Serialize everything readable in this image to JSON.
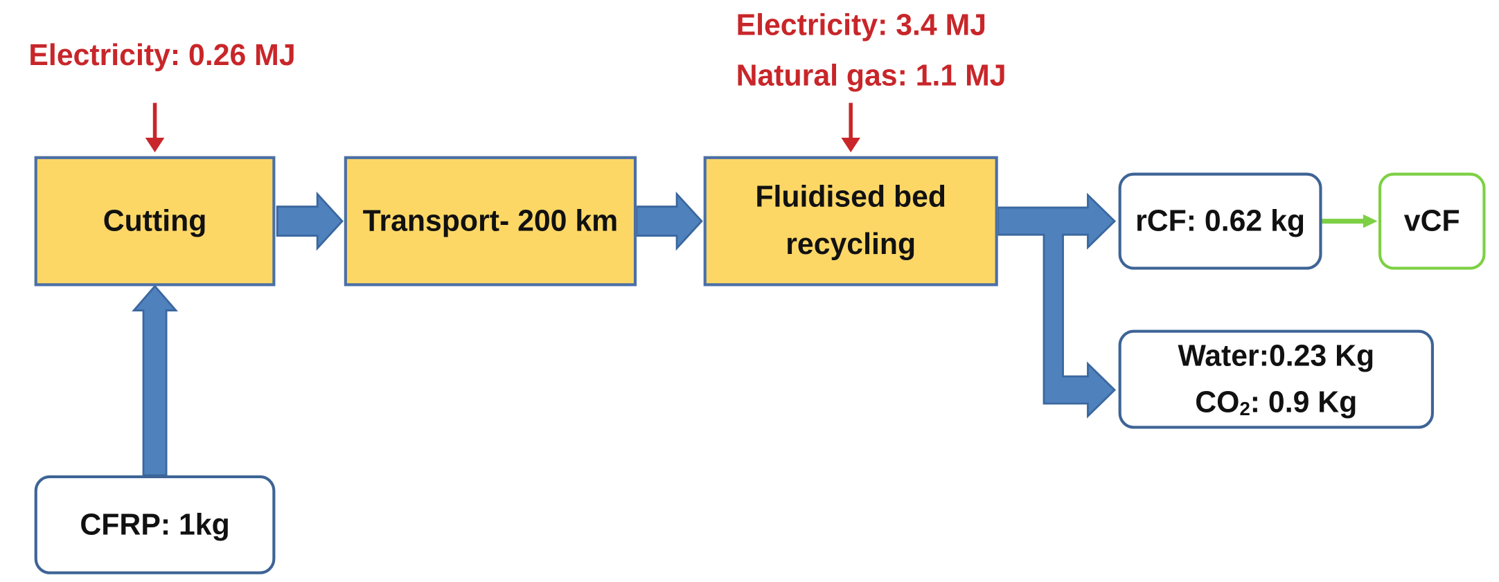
{
  "energy_inputs": {
    "cutting_electricity": "Electricity: 0.26 MJ",
    "recycling_electricity": "Electricity: 3.4 MJ",
    "recycling_natural_gas": "Natural gas: 1.1 MJ"
  },
  "processes": {
    "cutting": "Cutting",
    "transport": "Transport- 200 km",
    "recycling_line1": "Fluidised bed",
    "recycling_line2": "recycling"
  },
  "input_material": {
    "cfrp": "CFRP: 1kg"
  },
  "outputs": {
    "rcf": "rCF: 0.62 kg",
    "vcf": "vCF",
    "water": "Water:0.23 Kg",
    "co2_prefix": "CO",
    "co2_subscript": "2",
    "co2_value": ": 0.9 Kg"
  },
  "colors": {
    "process_fill": "#fdd766",
    "flow_arrow": "#4f81bd",
    "energy_red": "#c8262a",
    "substitution_green": "#7dd044"
  }
}
